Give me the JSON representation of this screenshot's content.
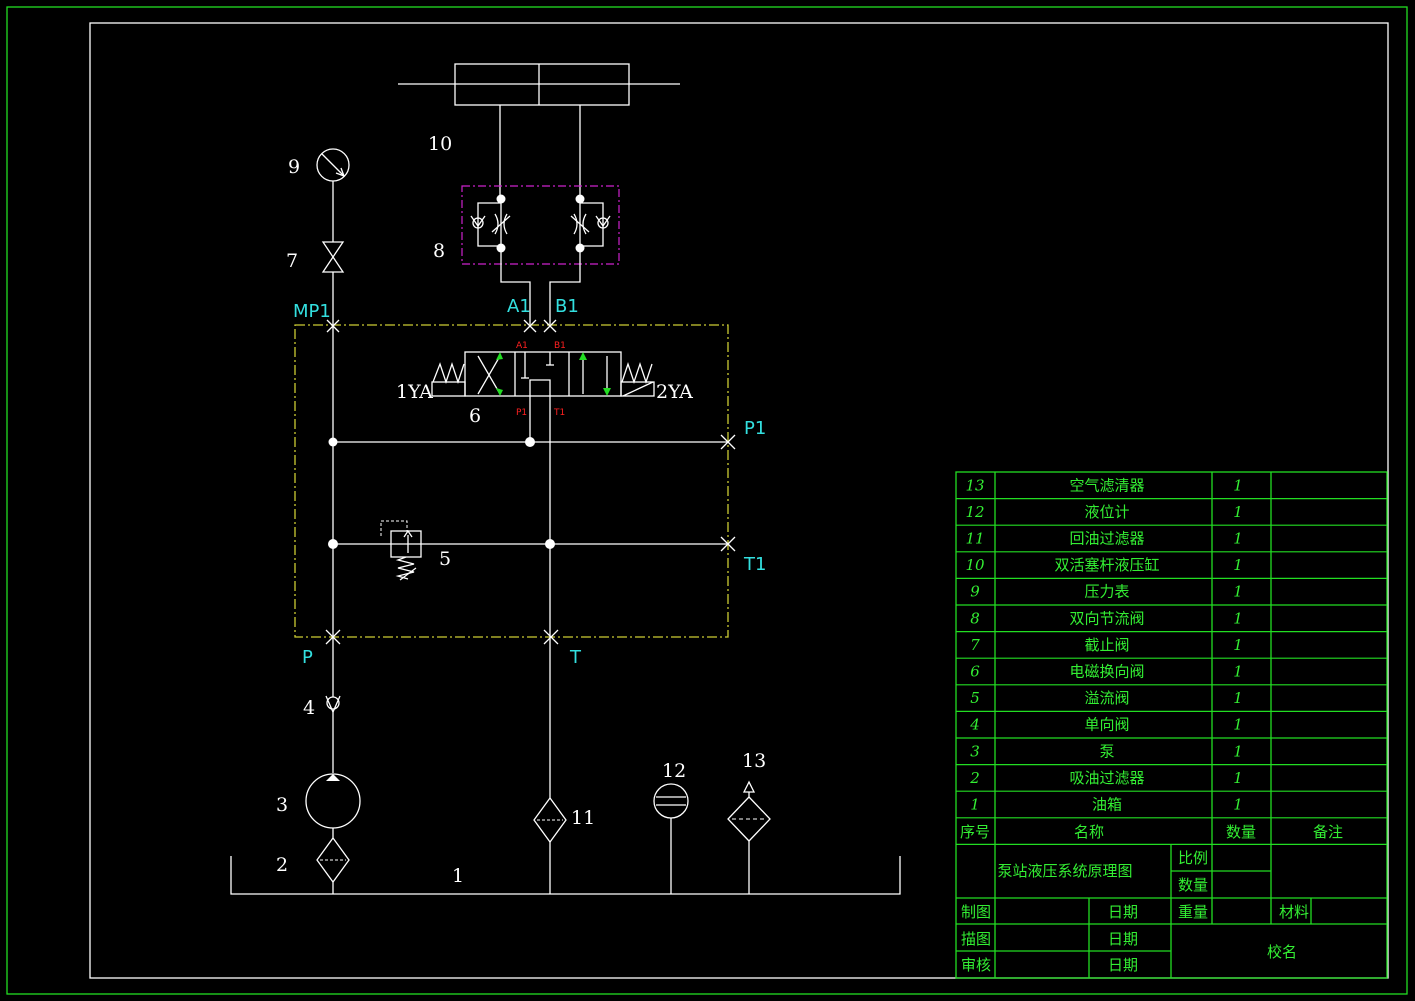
{
  "colors": {
    "line": "#ffffff",
    "frame": "#22dd22",
    "block": "#cccc33",
    "valve_block": "#cc22cc",
    "port_label": "#33e0e0",
    "port_mark": "#ff2020",
    "arrow": "#22dd22"
  },
  "component_numbers": {
    "n1": "1",
    "n2": "2",
    "n3": "3",
    "n4": "4",
    "n5": "5",
    "n6": "6",
    "n7": "7",
    "n8": "8",
    "n9": "9",
    "n10": "10",
    "n11": "11",
    "n12": "12",
    "n13": "13"
  },
  "ports": {
    "mp1": "MP1",
    "a1": "A1",
    "b1": "B1",
    "p1": "P1",
    "t1": "T1",
    "p": "P",
    "t": "T",
    "ya1": "1YA",
    "ya2": "2YA",
    "a1_small": "A1",
    "b1_small": "B1",
    "p1_small": "P1",
    "t1_small": "T1"
  },
  "parts_list": {
    "rows": [
      {
        "no": "13",
        "name": "空气滤清器",
        "qty": "1"
      },
      {
        "no": "12",
        "name": "液位计",
        "qty": "1"
      },
      {
        "no": "11",
        "name": "回油过滤器",
        "qty": "1"
      },
      {
        "no": "10",
        "name": "双活塞杆液压缸",
        "qty": "1"
      },
      {
        "no": "9",
        "name": "压力表",
        "qty": "1"
      },
      {
        "no": "8",
        "name": "双向节流阀",
        "qty": "1"
      },
      {
        "no": "7",
        "name": "截止阀",
        "qty": "1"
      },
      {
        "no": "6",
        "name": "电磁换向阀",
        "qty": "1"
      },
      {
        "no": "5",
        "name": "溢流阀",
        "qty": "1"
      },
      {
        "no": "4",
        "name": "单向阀",
        "qty": "1"
      },
      {
        "no": "3",
        "name": "泵",
        "qty": "1"
      },
      {
        "no": "2",
        "name": "吸油过滤器",
        "qty": "1"
      },
      {
        "no": "1",
        "name": "油箱",
        "qty": "1"
      }
    ],
    "header": {
      "no": "序号",
      "name": "名称",
      "qty": "数量",
      "remark": "备注"
    }
  },
  "title_block": {
    "drawing_title": "泵站液压系统原理图",
    "scale_label": "比例",
    "quantity_label": "数量",
    "weight_label": "重量",
    "material_label": "材料",
    "drawn_label": "制图",
    "traced_label": "描图",
    "checked_label": "审核",
    "date_label_1": "日期",
    "date_label_2": "日期",
    "date_label_3": "日期",
    "school_label": "校名"
  }
}
